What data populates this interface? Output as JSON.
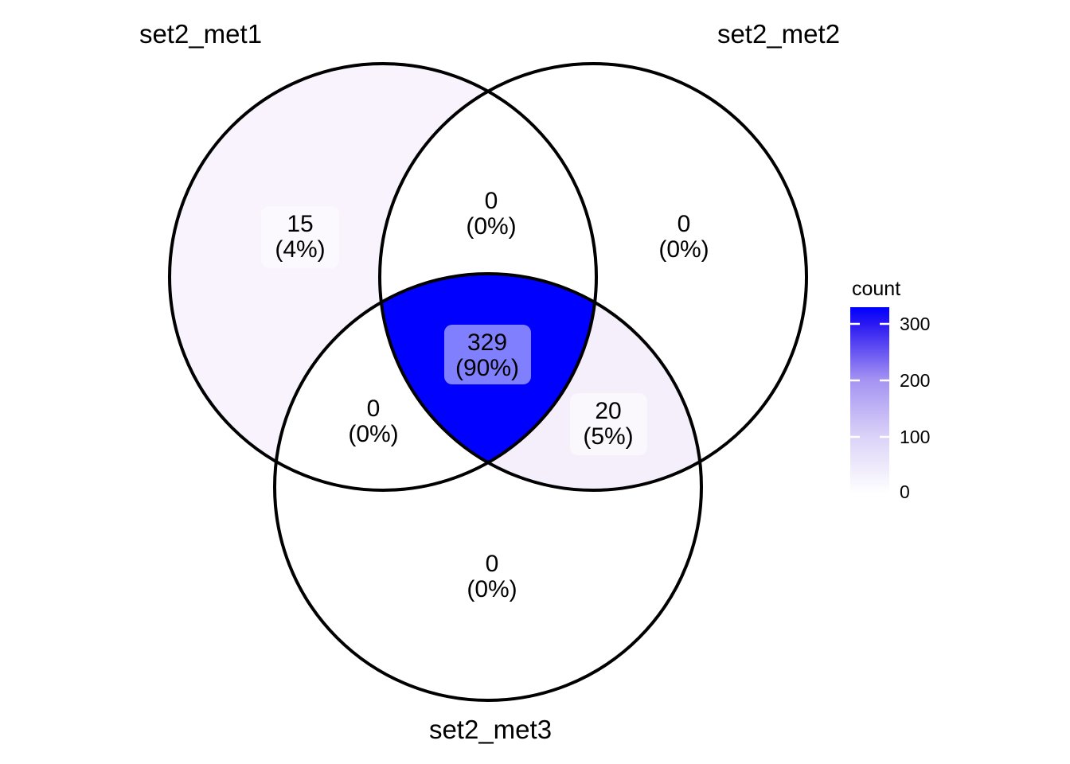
{
  "page": {
    "background": "#FFFFFF"
  },
  "chart_data": {
    "type": "venn",
    "sets": [
      "set2_met1",
      "set2_met2",
      "set2_met3"
    ],
    "outline_color": "#000000",
    "label_text_color": "#000000",
    "regions": [
      {
        "name": "set2_met1-only",
        "sets": [
          "set2_met1"
        ],
        "count": 15,
        "count_label": "15",
        "percent": 4,
        "percent_label": "(4%)",
        "fill": "#F8F3FC"
      },
      {
        "name": "set2_met1-and-set2_met2",
        "sets": [
          "set2_met1",
          "set2_met2"
        ],
        "count": 0,
        "count_label": "0",
        "percent": 0,
        "percent_label": "(0%)",
        "fill": "#FFFFFF"
      },
      {
        "name": "set2_met2-only",
        "sets": [
          "set2_met2"
        ],
        "count": 0,
        "count_label": "0",
        "percent": 0,
        "percent_label": "(0%)",
        "fill": "#FFFFFF"
      },
      {
        "name": "set2_met1-and-set2_met3",
        "sets": [
          "set2_met1",
          "set2_met3"
        ],
        "count": 0,
        "count_label": "0",
        "percent": 0,
        "percent_label": "(0%)",
        "fill": "#FFFFFF"
      },
      {
        "name": "all-three-intersection",
        "sets": [
          "set2_met1",
          "set2_met2",
          "set2_met3"
        ],
        "count": 329,
        "count_label": "329",
        "percent": 90,
        "percent_label": "(90%)",
        "fill": "#0000FF"
      },
      {
        "name": "set2_met2-and-set2_met3",
        "sets": [
          "set2_met2",
          "set2_met3"
        ],
        "count": 20,
        "count_label": "20",
        "percent": 5,
        "percent_label": "(5%)",
        "fill": "#F5EFFB"
      },
      {
        "name": "set2_met3-only",
        "sets": [
          "set2_met3"
        ],
        "count": 0,
        "count_label": "0",
        "percent": 0,
        "percent_label": "(0%)",
        "fill": "#FFFFFF"
      }
    ],
    "legend": {
      "title": "count",
      "min": 0,
      "max": 329,
      "high_color": "#0000FF",
      "low_color": "#FFFFFF",
      "ticks": [
        {
          "value": 300,
          "label": "300"
        },
        {
          "value": 200,
          "label": "200"
        },
        {
          "value": 100,
          "label": "100"
        },
        {
          "value": 0,
          "label": "0"
        }
      ]
    }
  }
}
